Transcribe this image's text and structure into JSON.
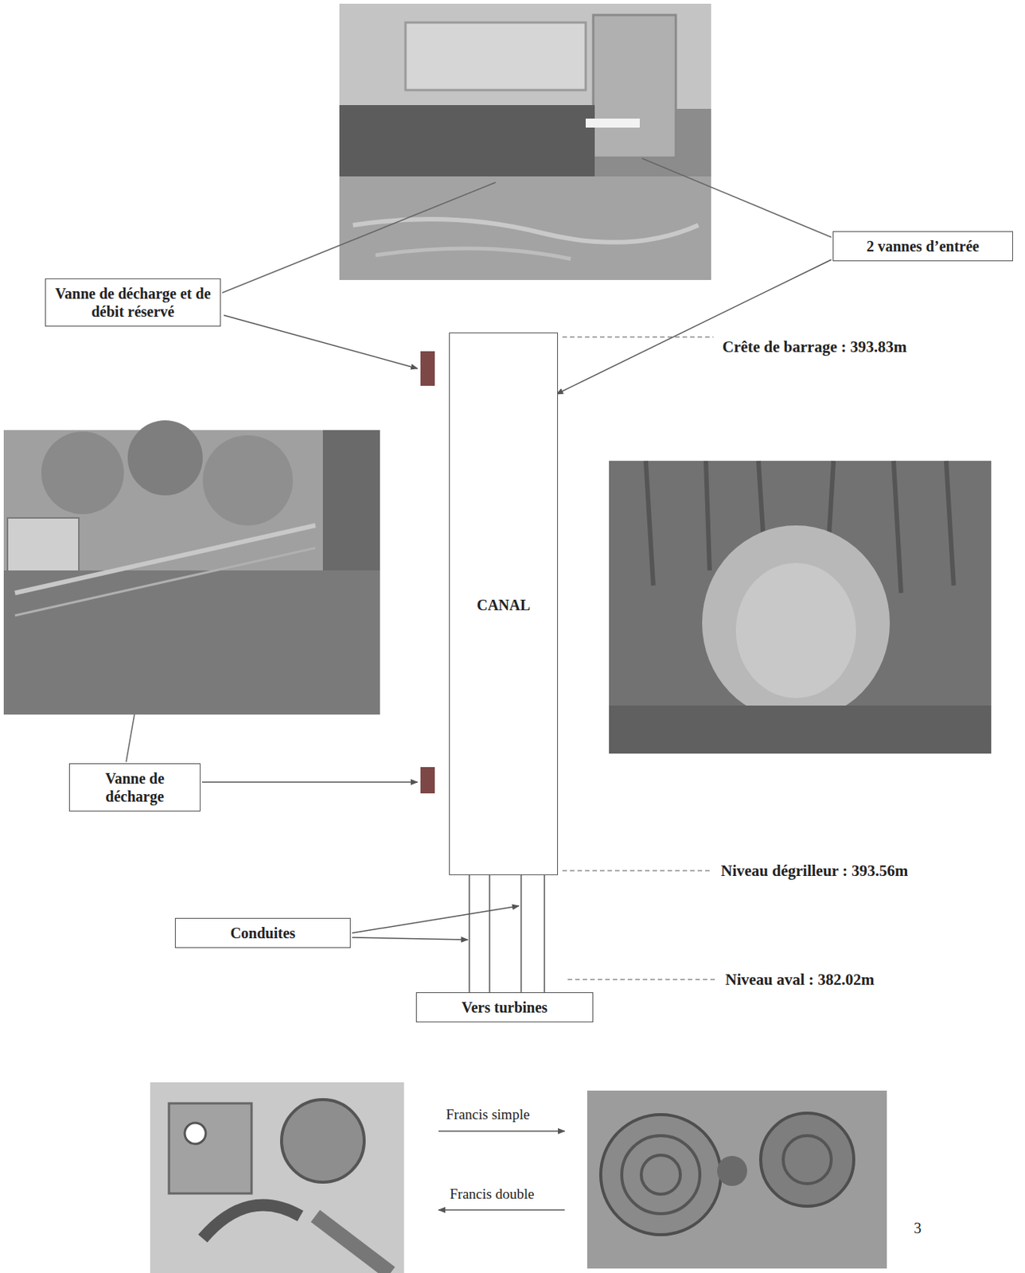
{
  "diagram": {
    "nodes": [
      {
        "text": [
          "2 vannes d’entrée"
        ]
      },
      {
        "text": [
          "Vanne de décharge et de débit réservé"
        ]
      },
      {
        "text": [
          "CANAL"
        ]
      },
      {
        "text": [
          "Vanne de décharge"
        ]
      },
      {
        "text": [
          "Conduites"
        ]
      },
      {
        "text": [
          "Vers turbines"
        ]
      }
    ],
    "edges": [
      {
        "from": 2,
        "to": 5,
        "arrow": "none"
      },
      {
        "from": 2,
        "to": 5,
        "arrow": "none"
      },
      {
        "from": 2,
        "to": 5,
        "arrow": "none"
      },
      {
        "from": 2,
        "to": 5,
        "arrow": "none"
      }
    ],
    "labels": [
      "Crête de barrage : 393.83m",
      "Niveau dégrilleur : 393.56m",
      "Niveau aval : 382.02m",
      "Francis simple",
      "Francis double",
      "3"
    ]
  }
}
